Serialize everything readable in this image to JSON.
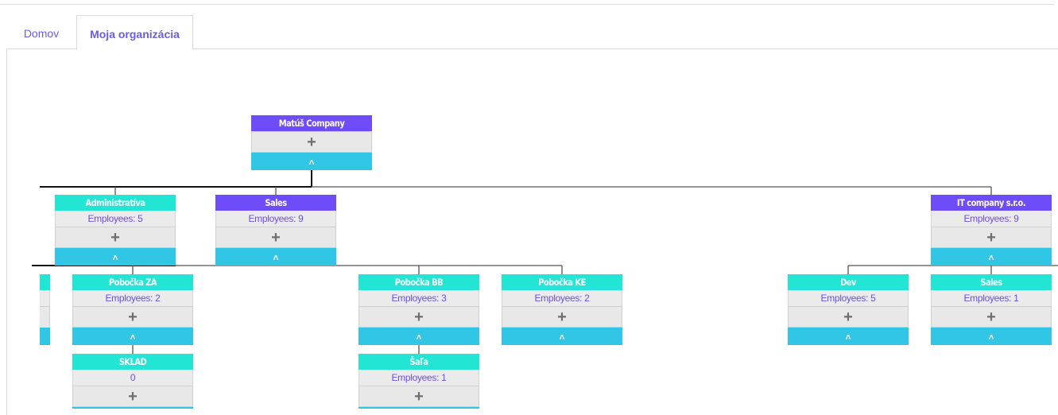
{
  "tabs": [
    {
      "label": "Domov"
    },
    {
      "label": "Moja organizácia"
    }
  ],
  "org_chart": {
    "root": {
      "name": "Matúš Company",
      "expand_icon": "+",
      "collapse_icon": "^"
    },
    "level1": [
      {
        "name": "Administratíva",
        "employees": "Employees: 5",
        "expand_icon": "+",
        "collapse_icon": "^",
        "color": "#22e5d3"
      },
      {
        "name": "Sales",
        "employees": "Employees: 9",
        "expand_icon": "+",
        "collapse_icon": "^",
        "color": "#6e4cf8"
      },
      {
        "name": "IT company s.r.o.",
        "employees": "Employees: 9",
        "expand_icon": "+",
        "collapse_icon": "^",
        "color": "#6e4cf8"
      }
    ],
    "level2": [
      {
        "name": "Pobočka ZA",
        "employees": "Employees: 2",
        "expand_icon": "+",
        "collapse_icon": "^"
      },
      {
        "name": "Pobočka BB",
        "employees": "Employees: 3",
        "expand_icon": "+",
        "collapse_icon": "^"
      },
      {
        "name": "Pobočka KE",
        "employees": "Employees: 2",
        "expand_icon": "+",
        "collapse_icon": "^"
      },
      {
        "name": "Dev",
        "employees": "Employees: 5",
        "expand_icon": "+",
        "collapse_icon": "^"
      },
      {
        "name": "Sales",
        "employees": "Employees: 1",
        "expand_icon": "+",
        "collapse_icon": "^"
      }
    ],
    "level3": [
      {
        "name": "SKLAD",
        "employees": "0",
        "expand_icon": "+"
      },
      {
        "name": "Šaľa",
        "employees": "Employees: 1",
        "expand_icon": "+"
      }
    ]
  },
  "colors": {
    "accent_purple": "#6e4cf8",
    "node_teal": "#22e5d3",
    "collapse_blue": "#32c6e6",
    "link_purple": "#6b5ce7"
  }
}
